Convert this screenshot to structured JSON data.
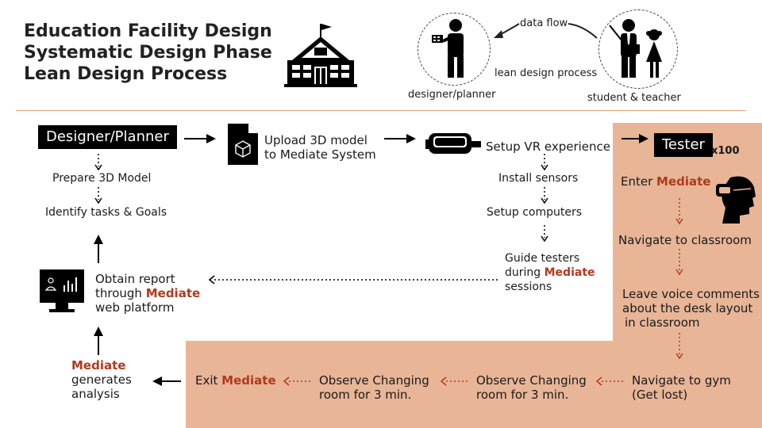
{
  "header": {
    "title_lines": [
      "Education Facility Design",
      "Systematic Design Phase",
      "Lean Design Process"
    ],
    "data_flow_label": "data flow",
    "lean_process_label": "lean design process",
    "designer_label": "designer/planner",
    "student_label": "student & teacher"
  },
  "left_flow": {
    "designer_box": "Designer/Planner",
    "prepare_model": "Prepare 3D Model",
    "identify_tasks": "Identify tasks & Goals",
    "report_line1": "Obtain report",
    "report_line2_pre": "through ",
    "report_line2_hl": "Mediate",
    "report_line3": "web platform",
    "analysis_hl": "Mediate",
    "analysis_line2": "generates",
    "analysis_line3": "analysis"
  },
  "middle_flow": {
    "upload_line1": "Upload 3D model",
    "upload_line2": "to Mediate System",
    "setup_vr": "Setup VR experience",
    "install_sensors": "Install sensors",
    "setup_computers": "Setup computers",
    "guide_line1": "Guide testers",
    "guide_line2_pre": "during ",
    "guide_line2_hl": "Mediate",
    "guide_line3": "sessions"
  },
  "tester_flow": {
    "tester_box": "Tester",
    "tester_count": "x100",
    "enter_pre": "Enter ",
    "enter_hl": "Mediate",
    "navigate_classroom": "Navigate to classroom",
    "voice_line1": "Leave voice comments",
    "voice_line2": "about the desk layout",
    "voice_line3": "in classroom",
    "gym_line1": "Navigate to gym",
    "gym_line2": "(Get lost)",
    "observe1_line1": "Observe Changing",
    "observe1_line2": "room for 3 min.",
    "observe2_line1": "Observe Changing",
    "observe2_line2": "room for 3 min.",
    "exit_pre": "Exit ",
    "exit_hl": "Mediate"
  },
  "colors": {
    "highlight": "#b03a1c",
    "tester_bg": "#e8b597",
    "divider": "#e3a07a"
  },
  "icons": [
    "school-icon",
    "designer-person-icon",
    "teacher-student-icon",
    "document-3d-icon",
    "vr-headset-icon",
    "monitor-report-icon",
    "vr-user-head-icon"
  ]
}
